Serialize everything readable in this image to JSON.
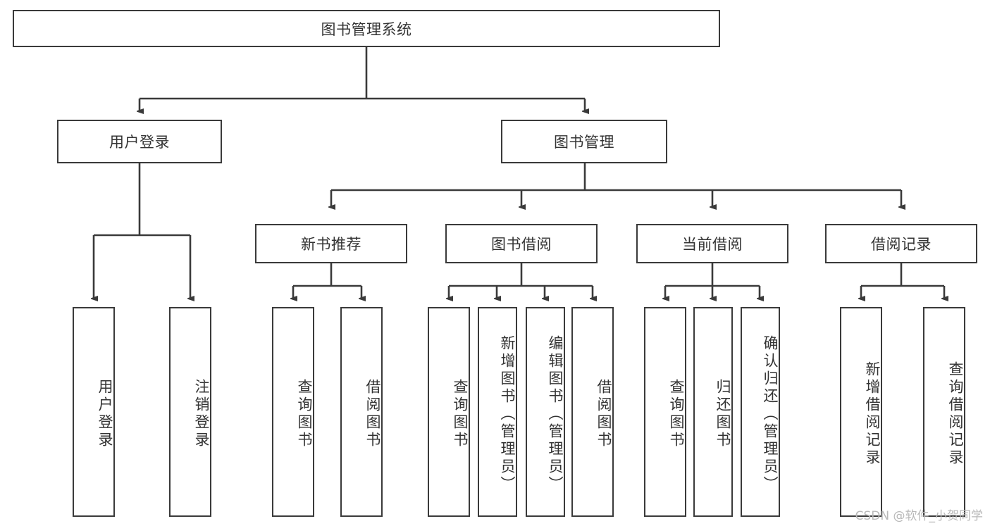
{
  "diagram": {
    "title": "图书管理系统",
    "type": "hierarchy-tree",
    "watermark": "CSDN @软件_小贺同学",
    "colors": {
      "background": "#ffffff",
      "box_border": "#3a3a3a",
      "box_fill": "#ffffff",
      "text": "#333333",
      "connector": "#3a3a3a",
      "watermark": "#b8b8b8"
    },
    "nodes": {
      "root": {
        "label": "图书管理系统",
        "level": 0,
        "orientation": "horizontal"
      },
      "level1": [
        {
          "id": "user-login",
          "label": "用户登录",
          "orientation": "horizontal"
        },
        {
          "id": "book-manage",
          "label": "图书管理",
          "orientation": "horizontal"
        }
      ],
      "level2": [
        {
          "id": "new-book-recommend",
          "label": "新书推荐",
          "orientation": "horizontal",
          "parent": "book-manage"
        },
        {
          "id": "book-borrow",
          "label": "图书借阅",
          "orientation": "horizontal",
          "parent": "book-manage"
        },
        {
          "id": "current-borrow",
          "label": "当前借阅",
          "orientation": "horizontal",
          "parent": "book-manage"
        },
        {
          "id": "borrow-record",
          "label": "借阅记录",
          "orientation": "horizontal",
          "parent": "book-manage"
        }
      ],
      "leaves": [
        {
          "id": "leaf-user-login",
          "label": "用户登录",
          "parent": "user-login",
          "orientation": "vertical"
        },
        {
          "id": "leaf-user-logout",
          "label": "注销登录",
          "parent": "user-login",
          "orientation": "vertical"
        },
        {
          "id": "leaf-query-book-1",
          "label": "查询图书",
          "parent": "new-book-recommend",
          "orientation": "vertical"
        },
        {
          "id": "leaf-borrow-book-1",
          "label": "借阅图书",
          "parent": "new-book-recommend",
          "orientation": "vertical"
        },
        {
          "id": "leaf-query-book-2",
          "label": "查询图书",
          "parent": "book-borrow",
          "orientation": "vertical"
        },
        {
          "id": "leaf-add-book",
          "label": "新增图书（管理员）",
          "parent": "book-borrow",
          "orientation": "vertical"
        },
        {
          "id": "leaf-edit-book",
          "label": "编辑图书（管理员）",
          "parent": "book-borrow",
          "orientation": "vertical"
        },
        {
          "id": "leaf-borrow-book-2",
          "label": "借阅图书",
          "parent": "book-borrow",
          "orientation": "vertical"
        },
        {
          "id": "leaf-query-book-3",
          "label": "查询图书",
          "parent": "current-borrow",
          "orientation": "vertical"
        },
        {
          "id": "leaf-return-book",
          "label": "归还图书",
          "parent": "current-borrow",
          "orientation": "vertical"
        },
        {
          "id": "leaf-confirm-return",
          "label": "确认归还（管理员）",
          "parent": "current-borrow",
          "orientation": "vertical"
        },
        {
          "id": "leaf-add-record",
          "label": "新增借阅记录",
          "parent": "borrow-record",
          "orientation": "vertical"
        },
        {
          "id": "leaf-query-record",
          "label": "查询借阅记录",
          "parent": "borrow-record",
          "orientation": "vertical"
        }
      ]
    }
  }
}
